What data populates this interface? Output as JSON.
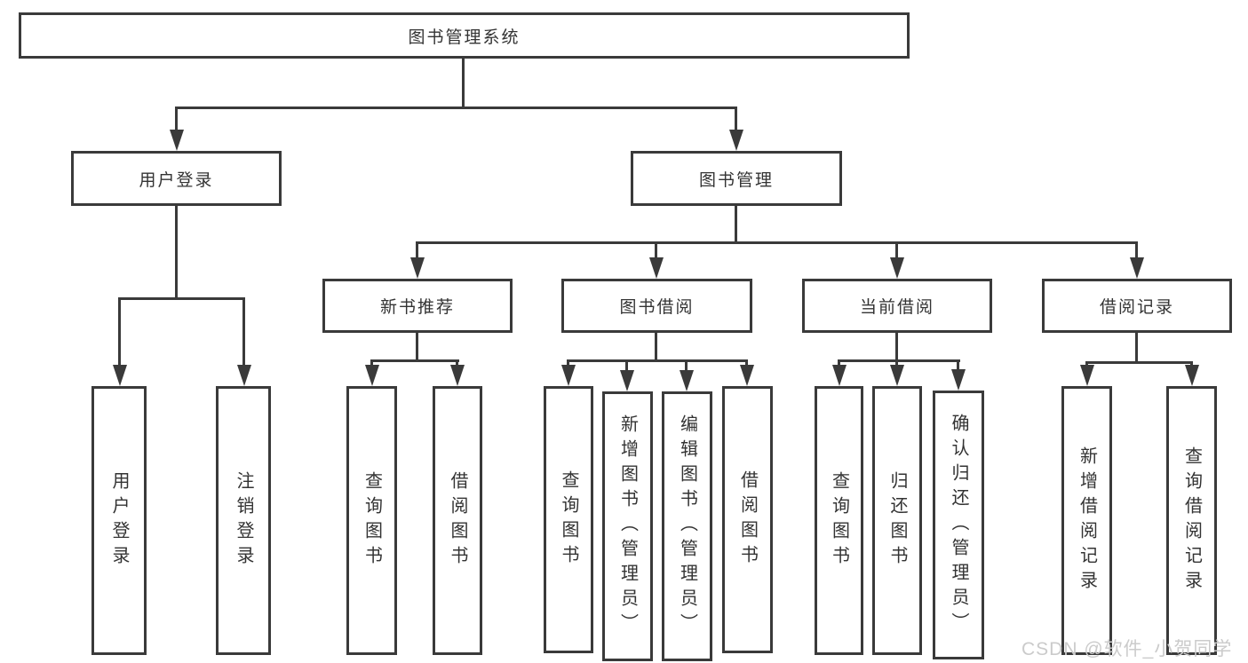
{
  "tree": {
    "root": "图书管理系统",
    "children": [
      {
        "label": "用户登录",
        "children": [
          "用户登录",
          "注销登录"
        ]
      },
      {
        "label": "图书管理",
        "children": [
          {
            "label": "新书推荐",
            "children": [
              "查询图书",
              "借阅图书"
            ]
          },
          {
            "label": "图书借阅",
            "children": [
              "查询图书",
              "新增图书（管理员）",
              "编辑图书（管理员）",
              "借阅图书"
            ]
          },
          {
            "label": "当前借阅",
            "children": [
              "查询图书",
              "归还图书",
              "确认归还（管理员）"
            ]
          },
          {
            "label": "借阅记录",
            "children": [
              "新增借阅记录",
              "查询借阅记录"
            ]
          }
        ]
      }
    ]
  },
  "watermark": "CSDN @软件_小贺同学",
  "colors": {
    "line": "#3a3a3a",
    "text": "#333333",
    "watermark": "#cbcbcb",
    "background": "#ffffff"
  }
}
